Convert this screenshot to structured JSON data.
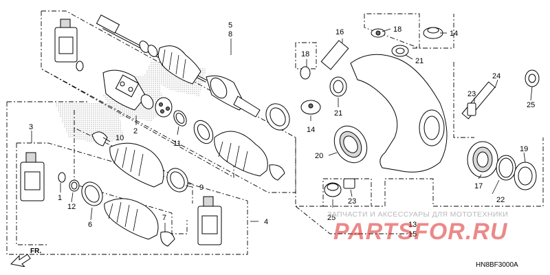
{
  "diagram": {
    "callouts": {
      "c1": "1",
      "c2": "2",
      "c3": "3",
      "c4": "4",
      "c5": "5",
      "c8": "8",
      "c6": "6",
      "c7": "7",
      "c9": "9",
      "c10": "10",
      "c11": "11",
      "c12": "12",
      "c13": "13",
      "c15": "15",
      "c14a": "14",
      "c14b": "14",
      "c16": "16",
      "c17": "17",
      "c18a": "18",
      "c18b": "18",
      "c19": "19",
      "c20": "20",
      "c21a": "21",
      "c21b": "21",
      "c22": "22",
      "c23a": "23",
      "c23b": "23",
      "c24": "24",
      "c25a": "25",
      "c25b": "25"
    },
    "direction_label": "FR.",
    "diagram_code": "HN8BF3000A"
  },
  "watermark": {
    "line1": "ЗАПЧАСТИ И АКСЕССУАРЫ ДЛЯ МОТОТЕХНИКИ",
    "line2": "PARTSFOR.RU",
    "color": "#dc2828"
  }
}
